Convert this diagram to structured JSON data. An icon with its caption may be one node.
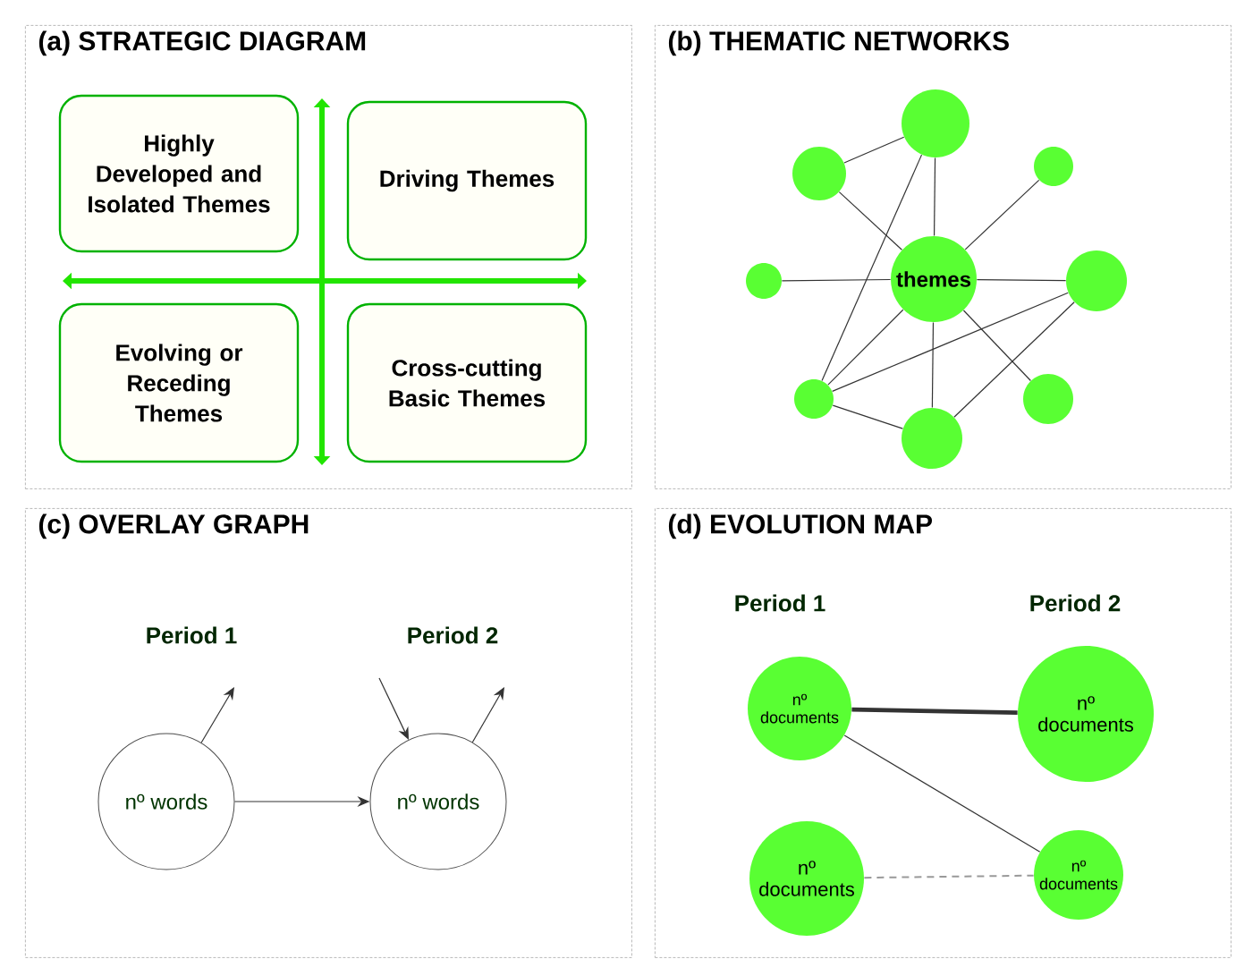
{
  "diagram": {
    "nodes": [
      {
        "text": [
          "(a) STRATEGIC DIAGRAM"
        ]
      },
      {
        "text": [
          "Highly Developed and Isolated Themes"
        ],
        "in": 0
      },
      {
        "text": [
          "Driving Themes"
        ],
        "in": 0
      },
      {
        "text": [
          "Evolving or Receding Themes"
        ],
        "in": 0
      },
      {
        "text": [
          "Cross-cutting Basic Themes"
        ],
        "in": 0
      },
      {
        "text": [
          "(b) THEMATIC NETWORKS"
        ]
      },
      {
        "text": [],
        "shape": "circle",
        "in": 5
      },
      {
        "text": [],
        "shape": "circle",
        "in": 5
      },
      {
        "text": [],
        "shape": "circle",
        "in": 5
      },
      {
        "text": [],
        "shape": "circle",
        "in": 5
      },
      {
        "text": [
          "themes"
        ],
        "in": 5
      },
      {
        "text": [],
        "shape": "circle",
        "in": 5
      },
      {
        "text": [],
        "shape": "circle",
        "in": 5
      },
      {
        "text": [],
        "shape": "circle",
        "in": 5
      },
      {
        "text": [],
        "shape": "circle",
        "in": 5
      },
      {
        "text": [
          "(c) OVERLAY GRAPH"
        ]
      },
      {
        "text": [
          "nº words"
        ],
        "in": 15
      },
      {
        "text": [
          "nº words"
        ],
        "in": 15
      },
      {
        "text": [
          "(d) EVOLUTION MAP"
        ]
      },
      {
        "text": [
          "nº documents"
        ],
        "in": 18
      },
      {
        "text": [
          "nº documents"
        ],
        "in": 18
      },
      {
        "text": [
          "nº documents"
        ],
        "in": 18
      },
      {
        "text": [
          "nº documents"
        ],
        "in": 18
      }
    ],
    "edges": [
      {
        "from": 7,
        "to": 6,
        "arrow": "none"
      },
      {
        "from": 6,
        "to": 10,
        "arrow": "none"
      },
      {
        "from": 6,
        "to": 12,
        "arrow": "none"
      },
      {
        "from": 7,
        "to": 10,
        "arrow": "none"
      },
      {
        "from": 8,
        "to": 10,
        "arrow": "none"
      },
      {
        "from": 9,
        "to": 10,
        "arrow": "none"
      },
      {
        "from": 10,
        "to": 11,
        "arrow": "none"
      },
      {
        "from": 10,
        "to": 14,
        "arrow": "none"
      },
      {
        "from": 10,
        "to": 13,
        "arrow": "none"
      },
      {
        "from": 12,
        "to": 10,
        "arrow": "none"
      },
      {
        "from": 12,
        "to": 11,
        "arrow": "none"
      },
      {
        "from": 12,
        "to": 14,
        "arrow": "none"
      },
      {
        "from": 14,
        "to": 11,
        "arrow": "none"
      },
      {
        "from": 16,
        "to": 17,
        "arrow": "to"
      },
      {
        "from": 16,
        "to": null,
        "arrow": "to"
      },
      {
        "from": null,
        "to": 17,
        "arrow": "to"
      },
      {
        "from": 17,
        "to": null,
        "arrow": "to"
      },
      {
        "from": 19,
        "to": 20,
        "arrow": "none",
        "style": "thick"
      },
      {
        "from": 19,
        "to": 22,
        "arrow": "none"
      },
      {
        "from": 21,
        "to": 22,
        "arrow": "none",
        "style": "dashed",
        "color": "#999999"
      }
    ],
    "labels": [
      "Period 1",
      "Period 2",
      "Period 1",
      "Period 2"
    ]
  }
}
